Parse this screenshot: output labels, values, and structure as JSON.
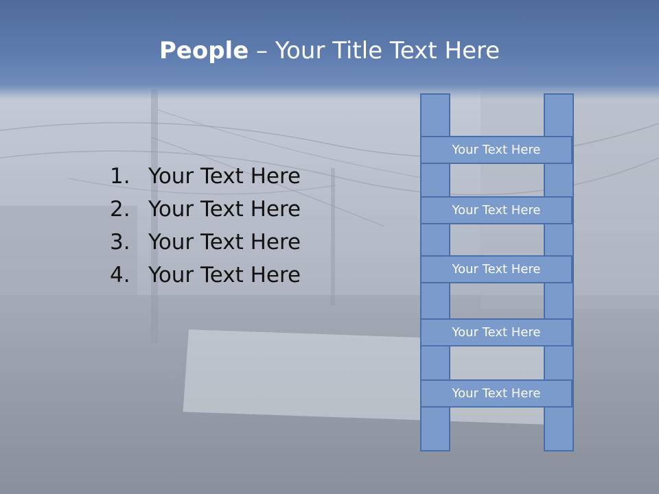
{
  "slide": {
    "title_bold": "People",
    "title_rest": " – Your Title Text Here",
    "list": [
      {
        "num": "1.",
        "text": "Your Text Here"
      },
      {
        "num": "2.",
        "text": "Your Text Here"
      },
      {
        "num": "3.",
        "text": "Your Text Here"
      },
      {
        "num": "4.",
        "text": "Your Text Here"
      }
    ],
    "ladder_rungs": [
      "Your Text Here",
      "Your Text Here",
      "Your Text Here",
      "Your Text Here",
      "Your Text Here"
    ]
  },
  "colors": {
    "header": "#5e7cae",
    "ladder_fill": "#7c9bcd",
    "ladder_border": "#4a6ea8",
    "title_text": "#ffffff",
    "body_text": "#111111"
  }
}
